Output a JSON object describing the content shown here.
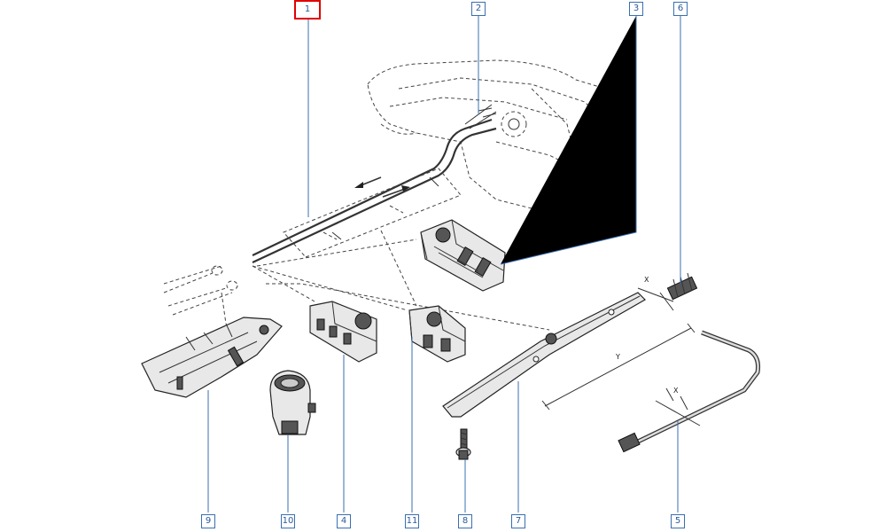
{
  "callouts": [
    {
      "id": "c1",
      "label": "1",
      "selected": true
    },
    {
      "id": "c2",
      "label": "2",
      "selected": false
    },
    {
      "id": "c3",
      "label": "3",
      "selected": false
    },
    {
      "id": "c6",
      "label": "6",
      "selected": false
    },
    {
      "id": "c9",
      "label": "9",
      "selected": false
    },
    {
      "id": "c10",
      "label": "10",
      "selected": false
    },
    {
      "id": "c4",
      "label": "4",
      "selected": false
    },
    {
      "id": "c11",
      "label": "11",
      "selected": false
    },
    {
      "id": "c8",
      "label": "8",
      "selected": false
    },
    {
      "id": "c7",
      "label": "7",
      "selected": false
    },
    {
      "id": "c5",
      "label": "5",
      "selected": false
    }
  ],
  "dimensions": {
    "x_top": "X",
    "y": "Y",
    "x_pipe": "X"
  },
  "colors": {
    "callout_border": "#3a6fb0",
    "selected_border": "#e00000"
  }
}
